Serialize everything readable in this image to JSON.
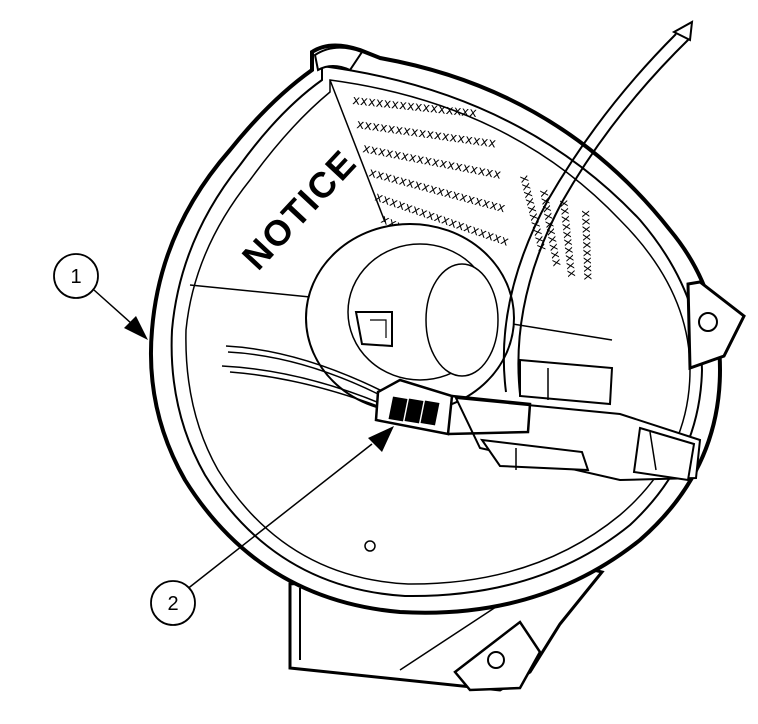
{
  "label": {
    "text": "NOTICE",
    "x_rows": [
      "xxxxxxxxxxxxxxxx",
      "xxxxxxxxxxxxxxxxxx",
      "xxxxxxxxxxxxxxxxxx",
      "xxxxxxxxxxxxxxxxxx",
      "xxxxxxxxxxxxxxxxxx",
      "xxxxxxxxxxxxxxxx"
    ],
    "x_cols": [
      "xxxxxxxxxx",
      "xxxxxxxxxx",
      "xxxxxxxxxx",
      "xxxxxxxxx"
    ]
  },
  "callouts": [
    {
      "number": "1"
    },
    {
      "number": "2"
    }
  ]
}
